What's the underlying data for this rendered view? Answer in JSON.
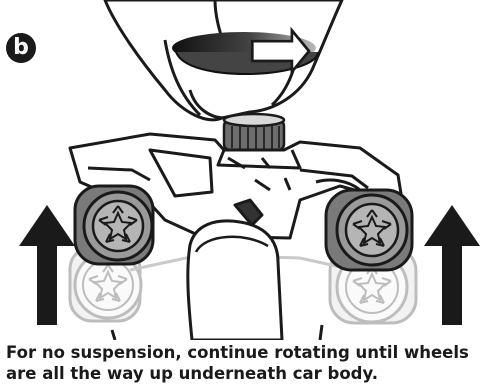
{
  "step": {
    "letter": "b"
  },
  "instruction": {
    "line1": "For no suspension, continue rotating until wheels",
    "line2": "are all the way up underneath car body."
  },
  "icons": [
    "rotate-arrow-icon",
    "up-arrow-icon"
  ],
  "colors": {
    "ink": "#1a1a1a",
    "ghost": "#c9c9c9",
    "background": "#ffffff"
  }
}
